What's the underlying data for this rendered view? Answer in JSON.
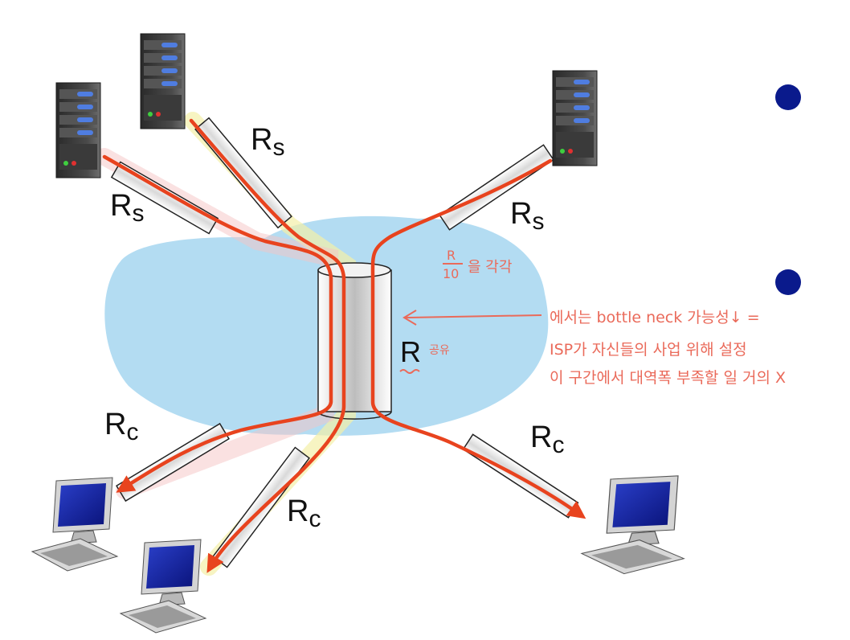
{
  "colors": {
    "network": "#b3dcf2",
    "flow": "#e8431e",
    "annotation": "#ea6a5a",
    "bullet": "#0a1a8c",
    "server": "#3a3a3a"
  },
  "links": {
    "server_left_label": "R",
    "server_left_sub": "s",
    "server_top_label": "R",
    "server_top_sub": "s",
    "server_right_label": "R",
    "server_right_sub": "s",
    "client_left_label": "R",
    "client_left_sub": "c",
    "client_mid_label": "R",
    "client_mid_sub": "c",
    "client_right_label": "R",
    "client_right_sub": "c"
  },
  "shared_link": {
    "label": "R",
    "note": "공유"
  },
  "annotations": {
    "fraction_num": "R",
    "fraction_den": "10",
    "fraction_note": "을 각각",
    "line1": "에서는 bottle neck 가능성↓ =",
    "line2": "ISP가 자신들의 사업 위해 설정",
    "line3": "이 구간에서 대역폭 부족할 일 거의 X"
  },
  "icons": {
    "servers": [
      "server-icon",
      "server-icon",
      "server-icon"
    ],
    "clients": [
      "desktop-computer-icon",
      "desktop-computer-icon",
      "desktop-computer-icon"
    ],
    "bullets": [
      "bullet-icon",
      "bullet-icon"
    ]
  }
}
